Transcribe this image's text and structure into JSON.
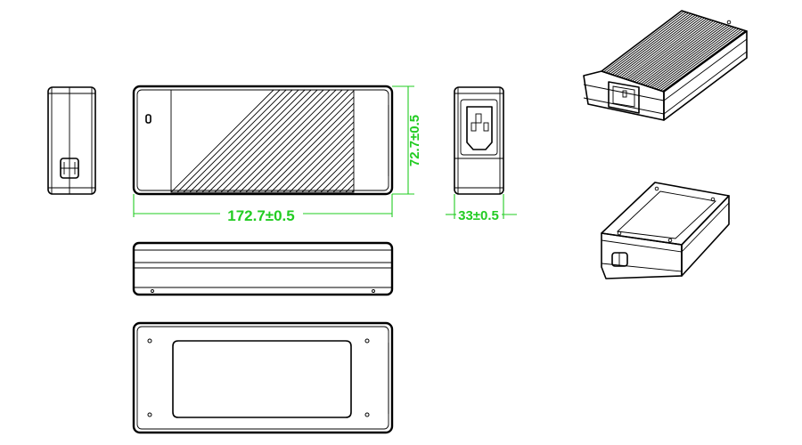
{
  "dimensions": {
    "length": "172.7±0.5",
    "width": "72.7±0.5",
    "height": "33±0.5"
  },
  "colors": {
    "line": "#000000",
    "dimension": "#22cc22",
    "background": "#ffffff"
  }
}
